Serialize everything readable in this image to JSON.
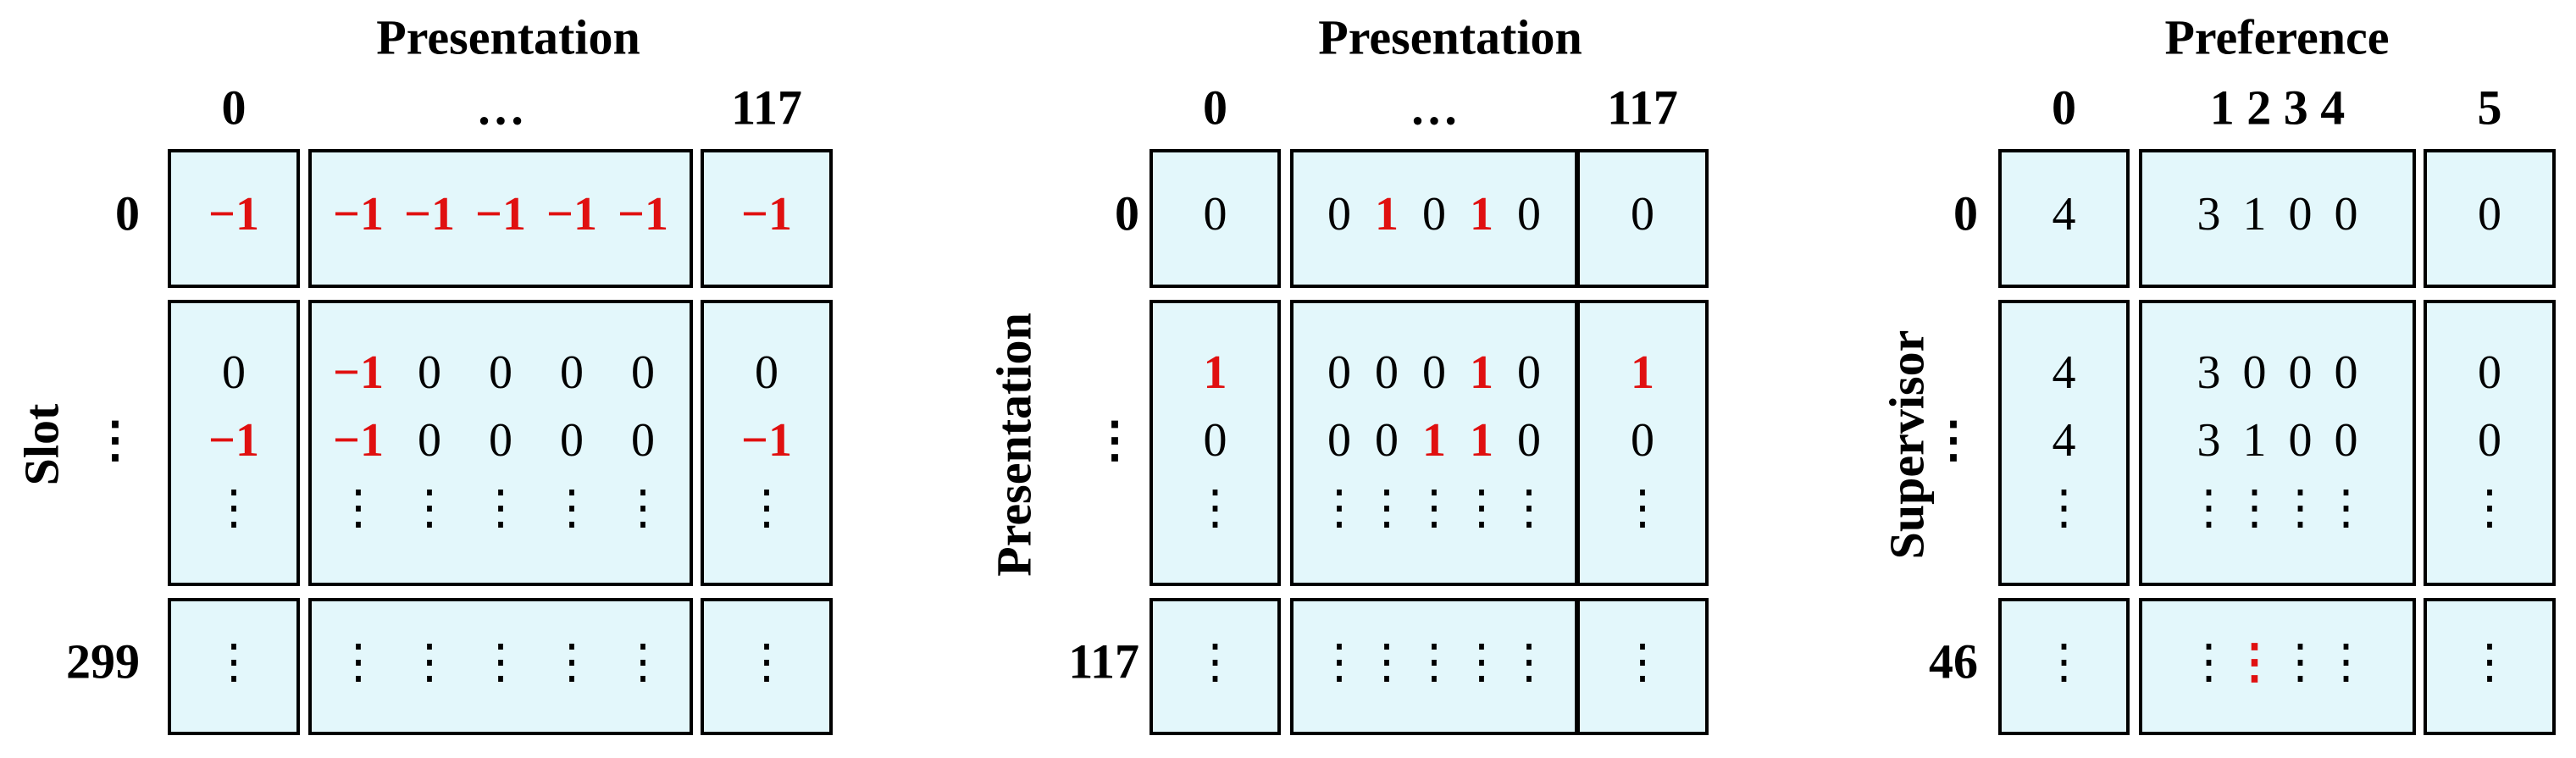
{
  "colors": {
    "cell_fill": "#e3f7fb",
    "highlight": "#e01010",
    "text": "#000000",
    "border": "#000000"
  },
  "panels": [
    {
      "title": "Presentation",
      "row_axis": "Slot",
      "col_labels": [
        "0",
        "…",
        "117"
      ],
      "row_labels": [
        "0",
        "⋮",
        "299"
      ],
      "rows": [
        {
          "lines": [
            [
              [
                {
                  "t": "−1",
                  "h": true
                }
              ],
              [
                {
                  "t": "−1",
                  "h": true
                },
                {
                  "t": "−1",
                  "h": true
                },
                {
                  "t": "−1",
                  "h": true
                },
                {
                  "t": "−1",
                  "h": true
                },
                {
                  "t": "−1",
                  "h": true
                }
              ],
              [
                {
                  "t": "−1",
                  "h": true
                }
              ]
            ]
          ]
        },
        {
          "lines": [
            [
              [
                {
                  "t": "0",
                  "h": false
                }
              ],
              [
                {
                  "t": "−1",
                  "h": true
                },
                {
                  "t": "0",
                  "h": false
                },
                {
                  "t": "0",
                  "h": false
                },
                {
                  "t": "0",
                  "h": false
                },
                {
                  "t": "0",
                  "h": false
                }
              ],
              [
                {
                  "t": "0",
                  "h": false
                }
              ]
            ],
            [
              [
                {
                  "t": "−1",
                  "h": true
                }
              ],
              [
                {
                  "t": "−1",
                  "h": true
                },
                {
                  "t": "0",
                  "h": false
                },
                {
                  "t": "0",
                  "h": false
                },
                {
                  "t": "0",
                  "h": false
                },
                {
                  "t": "0",
                  "h": false
                }
              ],
              [
                {
                  "t": "−1",
                  "h": true
                }
              ]
            ],
            [
              [
                {
                  "t": "⋮",
                  "h": false
                }
              ],
              [
                {
                  "t": "⋮",
                  "h": false
                },
                {
                  "t": "⋮",
                  "h": false
                },
                {
                  "t": "⋮",
                  "h": false
                },
                {
                  "t": "⋮",
                  "h": false
                },
                {
                  "t": "⋮",
                  "h": false
                }
              ],
              [
                {
                  "t": "⋮",
                  "h": false
                }
              ]
            ]
          ]
        },
        {
          "lines": [
            [
              [
                {
                  "t": "⋮",
                  "h": false
                }
              ],
              [
                {
                  "t": "⋮",
                  "h": false
                },
                {
                  "t": "⋮",
                  "h": false
                },
                {
                  "t": "⋮",
                  "h": false
                },
                {
                  "t": "⋮",
                  "h": false
                },
                {
                  "t": "⋮",
                  "h": false
                }
              ],
              [
                {
                  "t": "⋮",
                  "h": false
                }
              ]
            ]
          ]
        }
      ]
    },
    {
      "title": "Presentation",
      "row_axis": "Presentation",
      "col_labels": [
        "0",
        "…",
        "117"
      ],
      "row_labels": [
        "0",
        "⋮",
        "117"
      ],
      "rows": [
        {
          "lines": [
            [
              [
                {
                  "t": "0",
                  "h": false
                }
              ],
              [
                {
                  "t": "0",
                  "h": false
                },
                {
                  "t": "1",
                  "h": true
                },
                {
                  "t": "0",
                  "h": false
                },
                {
                  "t": "1",
                  "h": true
                },
                {
                  "t": "0",
                  "h": false
                }
              ],
              [
                {
                  "t": "0",
                  "h": false
                }
              ]
            ]
          ]
        },
        {
          "lines": [
            [
              [
                {
                  "t": "1",
                  "h": true
                }
              ],
              [
                {
                  "t": "0",
                  "h": false
                },
                {
                  "t": "0",
                  "h": false
                },
                {
                  "t": "0",
                  "h": false
                },
                {
                  "t": "1",
                  "h": true
                },
                {
                  "t": "0",
                  "h": false
                }
              ],
              [
                {
                  "t": "1",
                  "h": true
                }
              ]
            ],
            [
              [
                {
                  "t": "0",
                  "h": false
                }
              ],
              [
                {
                  "t": "0",
                  "h": false
                },
                {
                  "t": "0",
                  "h": false
                },
                {
                  "t": "1",
                  "h": true
                },
                {
                  "t": "1",
                  "h": true
                },
                {
                  "t": "0",
                  "h": false
                }
              ],
              [
                {
                  "t": "0",
                  "h": false
                }
              ]
            ],
            [
              [
                {
                  "t": "⋮",
                  "h": false
                }
              ],
              [
                {
                  "t": "⋮",
                  "h": false
                },
                {
                  "t": "⋮",
                  "h": false
                },
                {
                  "t": "⋮",
                  "h": false
                },
                {
                  "t": "⋮",
                  "h": false
                },
                {
                  "t": "⋮",
                  "h": false
                }
              ],
              [
                {
                  "t": "⋮",
                  "h": false
                }
              ]
            ]
          ]
        },
        {
          "lines": [
            [
              [
                {
                  "t": "⋮",
                  "h": false
                }
              ],
              [
                {
                  "t": "⋮",
                  "h": false
                },
                {
                  "t": "⋮",
                  "h": false
                },
                {
                  "t": "⋮",
                  "h": false
                },
                {
                  "t": "⋮",
                  "h": false
                },
                {
                  "t": "⋮",
                  "h": false
                }
              ],
              [
                {
                  "t": "⋮",
                  "h": false
                }
              ]
            ]
          ]
        }
      ]
    },
    {
      "title": "Preference",
      "row_axis": "Supervisor",
      "col_labels": [
        "0",
        "1 2 3 4",
        "5"
      ],
      "row_labels": [
        "0",
        "⋮",
        "46"
      ],
      "rows": [
        {
          "lines": [
            [
              [
                {
                  "t": "4",
                  "h": false
                }
              ],
              [
                {
                  "t": "3",
                  "h": false
                },
                {
                  "t": "1",
                  "h": false
                },
                {
                  "t": "0",
                  "h": false
                },
                {
                  "t": "0",
                  "h": false
                }
              ],
              [
                {
                  "t": "0",
                  "h": false
                }
              ]
            ]
          ]
        },
        {
          "lines": [
            [
              [
                {
                  "t": "4",
                  "h": false
                }
              ],
              [
                {
                  "t": "3",
                  "h": false
                },
                {
                  "t": "0",
                  "h": false
                },
                {
                  "t": "0",
                  "h": false
                },
                {
                  "t": "0",
                  "h": false
                }
              ],
              [
                {
                  "t": "0",
                  "h": false
                }
              ]
            ],
            [
              [
                {
                  "t": "4",
                  "h": false
                }
              ],
              [
                {
                  "t": "3",
                  "h": false
                },
                {
                  "t": "1",
                  "h": false
                },
                {
                  "t": "0",
                  "h": false
                },
                {
                  "t": "0",
                  "h": false
                }
              ],
              [
                {
                  "t": "0",
                  "h": false
                }
              ]
            ],
            [
              [
                {
                  "t": "⋮",
                  "h": false
                }
              ],
              [
                {
                  "t": "⋮",
                  "h": false
                },
                {
                  "t": "⋮",
                  "h": false
                },
                {
                  "t": "⋮",
                  "h": false
                },
                {
                  "t": "⋮",
                  "h": false
                }
              ],
              [
                {
                  "t": "⋮",
                  "h": false
                }
              ]
            ]
          ]
        },
        {
          "lines": [
            [
              [
                {
                  "t": "⋮",
                  "h": false
                }
              ],
              [
                {
                  "t": "⋮",
                  "h": false
                },
                {
                  "t": "⋮",
                  "h": true
                },
                {
                  "t": "⋮",
                  "h": false
                },
                {
                  "t": "⋮",
                  "h": false
                }
              ],
              [
                {
                  "t": "⋮",
                  "h": false
                }
              ]
            ]
          ]
        }
      ]
    }
  ]
}
